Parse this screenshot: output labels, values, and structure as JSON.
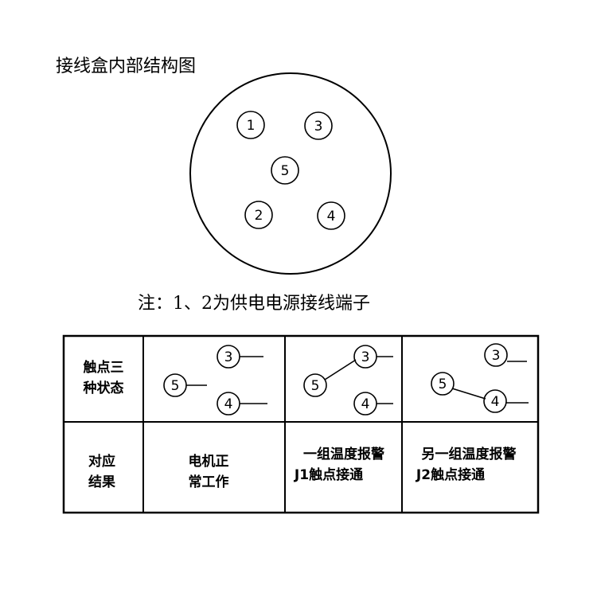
{
  "title": "接线盒内部结构图",
  "terminals": {
    "t1": "1",
    "t2": "2",
    "t3": "3",
    "t4": "4",
    "t5": "5"
  },
  "note": "注：1、2为供电电源接线端子",
  "table": {
    "row1_header_line1": "触点三",
    "row1_header_line2": "种状态",
    "row2_header_line1": "对应",
    "row2_header_line2": "结果",
    "result1_line1": "电机正",
    "result1_line2": "常工作",
    "result2_line1": "一组温度报警",
    "result2_line2": "J1触点接通",
    "result3_line1": "另一组温度报警",
    "result3_line2": "J2触点接通"
  }
}
